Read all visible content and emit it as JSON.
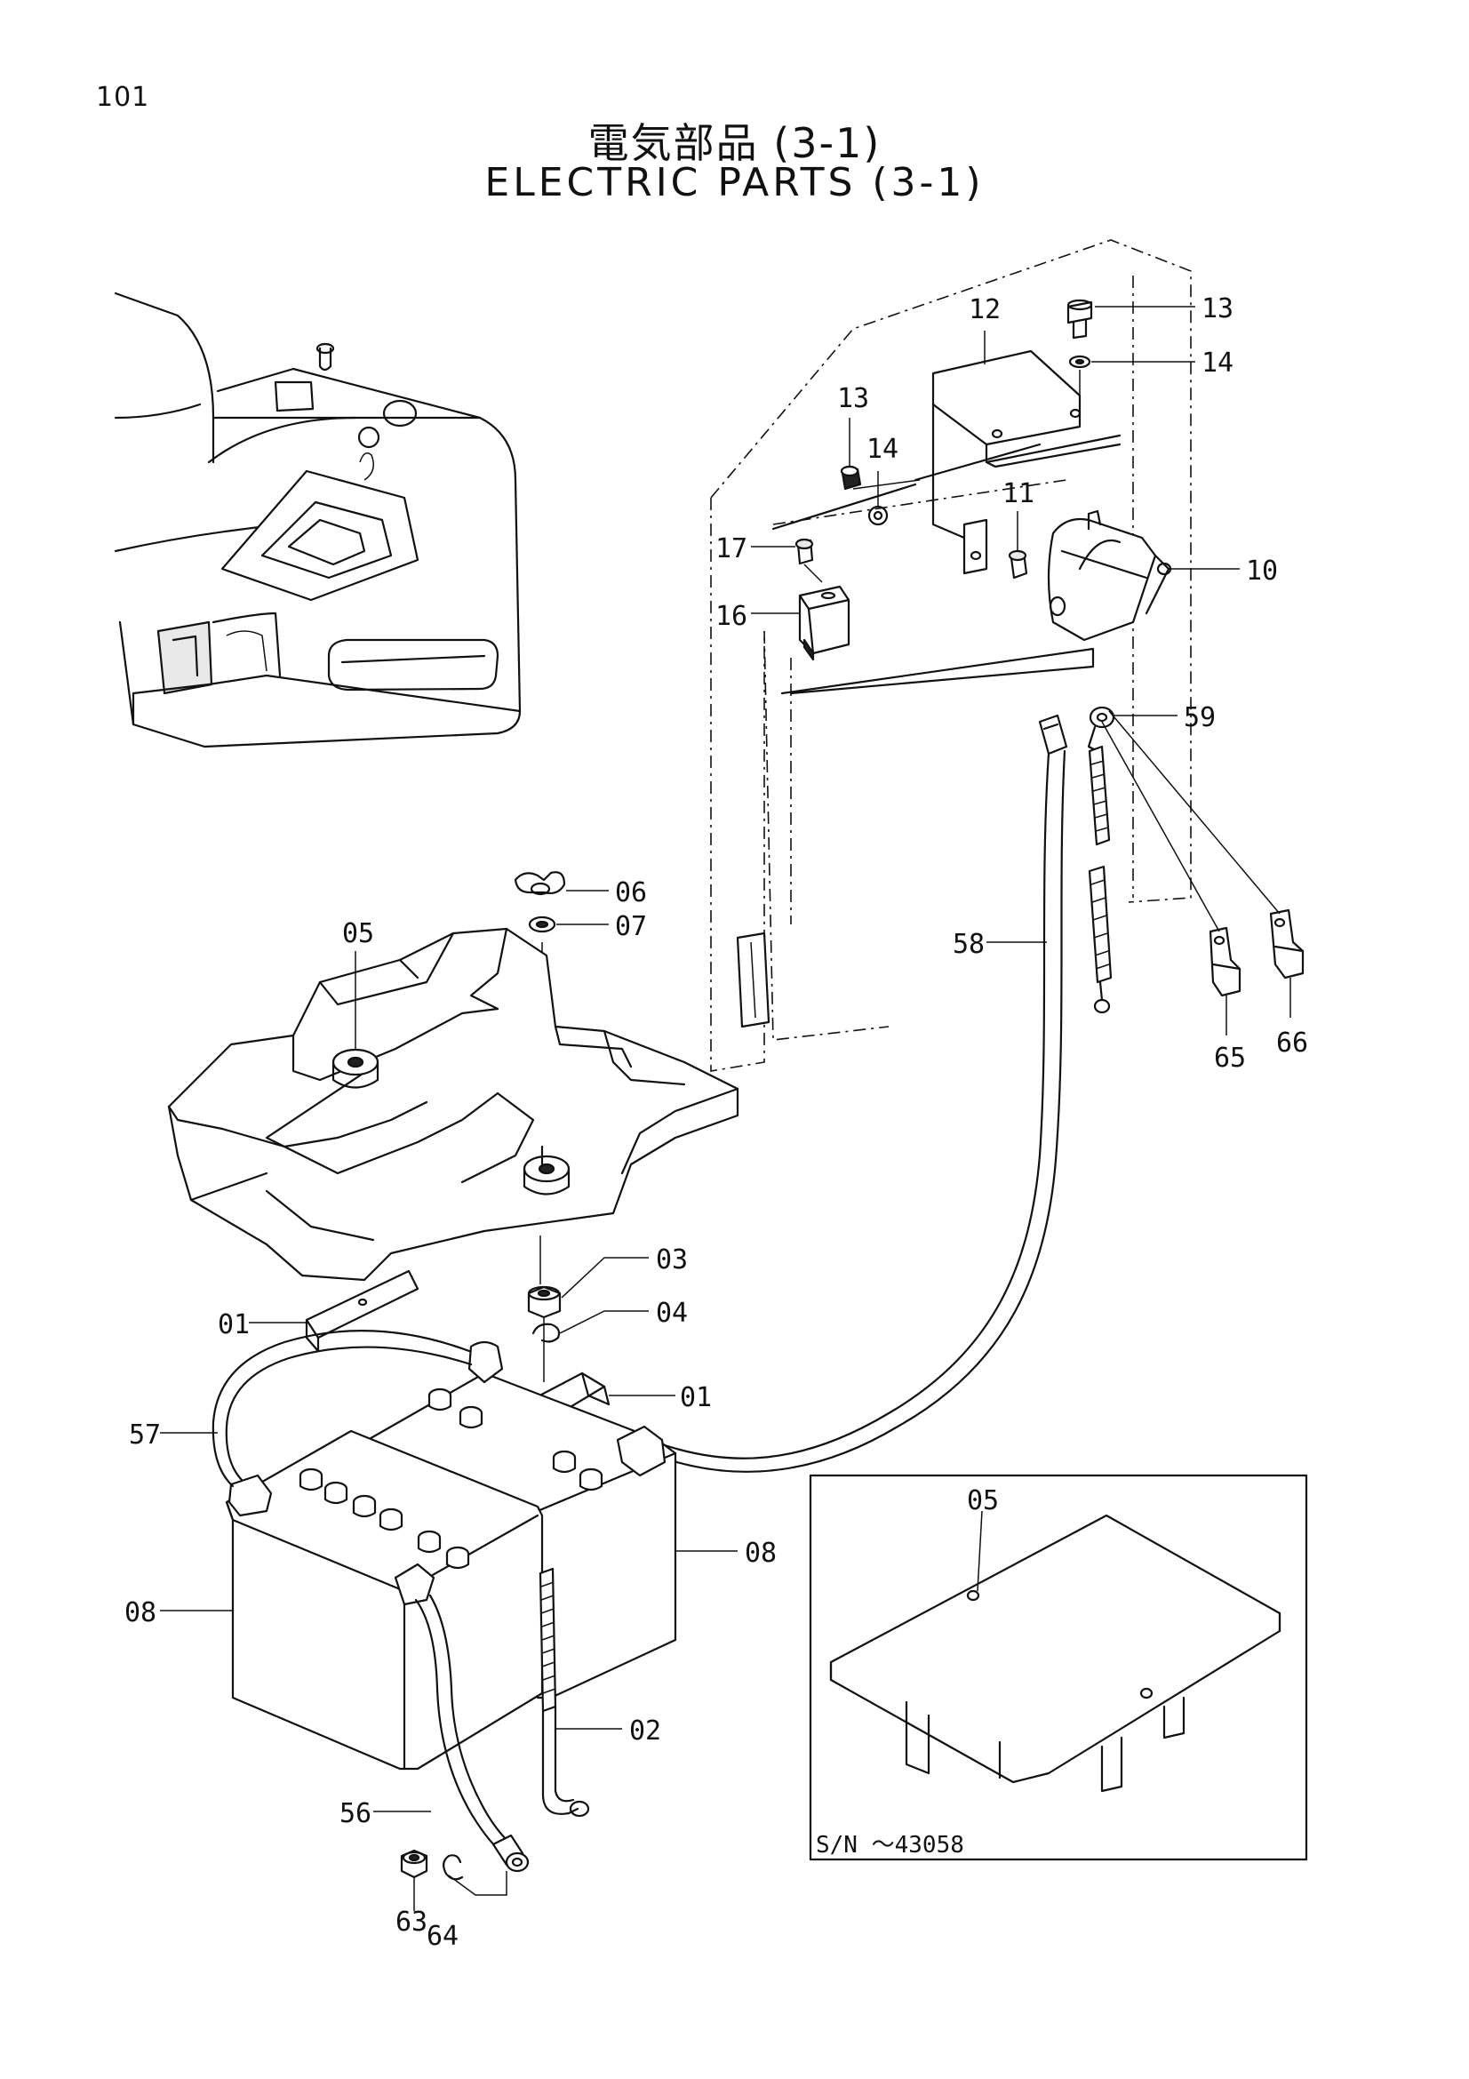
{
  "page_number": "101",
  "title_japanese": "電気部品 (3-1)",
  "title_english": "ELECTRIC PARTS (3-1)",
  "inset": {
    "part_label": "05",
    "serial_note": "S/N ～43058"
  },
  "callouts": [
    {
      "id": "c13a",
      "label": "13"
    },
    {
      "id": "c12",
      "label": "12"
    },
    {
      "id": "c14a",
      "label": "14"
    },
    {
      "id": "c13b",
      "label": "13"
    },
    {
      "id": "c14b",
      "label": "14"
    },
    {
      "id": "c11",
      "label": "11"
    },
    {
      "id": "c17",
      "label": "17"
    },
    {
      "id": "c10",
      "label": "10"
    },
    {
      "id": "c16",
      "label": "16"
    },
    {
      "id": "c59",
      "label": "59"
    },
    {
      "id": "c06",
      "label": "06"
    },
    {
      "id": "c07",
      "label": "07"
    },
    {
      "id": "c05",
      "label": "05"
    },
    {
      "id": "c58",
      "label": "58"
    },
    {
      "id": "c65",
      "label": "65"
    },
    {
      "id": "c66",
      "label": "66"
    },
    {
      "id": "c03",
      "label": "03"
    },
    {
      "id": "c01a",
      "label": "01"
    },
    {
      "id": "c04",
      "label": "04"
    },
    {
      "id": "c01b",
      "label": "01"
    },
    {
      "id": "c57",
      "label": "57"
    },
    {
      "id": "c08a",
      "label": "08"
    },
    {
      "id": "c08b",
      "label": "08"
    },
    {
      "id": "c02",
      "label": "02"
    },
    {
      "id": "c56",
      "label": "56"
    },
    {
      "id": "c63",
      "label": "63"
    },
    {
      "id": "c64",
      "label": "64"
    }
  ]
}
